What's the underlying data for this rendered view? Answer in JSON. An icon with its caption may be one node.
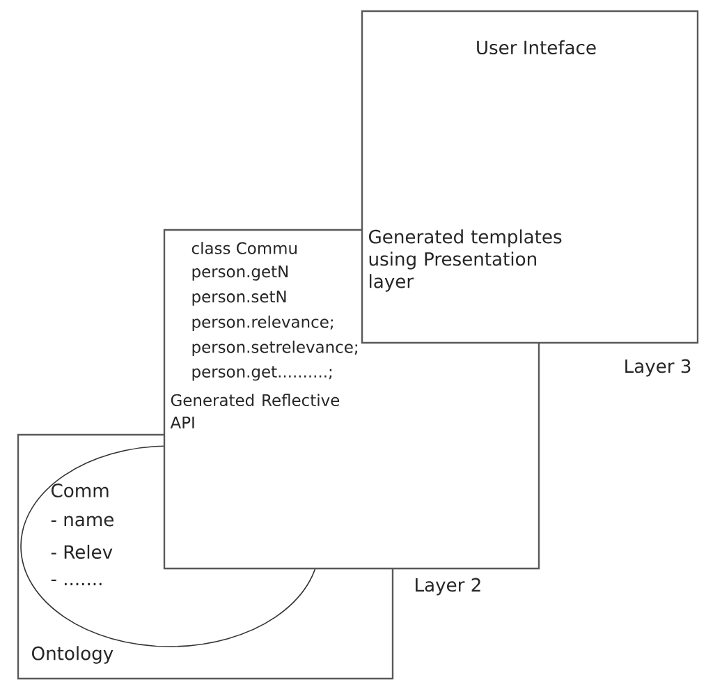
{
  "diagram": {
    "nodes": [
      {
        "text": [
          "Ontology"
        ]
      },
      {
        "text": [
          "Comm",
          "- name",
          "- Relev",
          "- ......."
        ],
        "in": 0
      },
      {
        "text": [
          "class Commu",
          "person.getN",
          "person.setN",
          "person.relevance;",
          "person.setrelevance;",
          "person.get..........;",
          "Generated Reflective API"
        ],
        "beside": [
          "Layer 2"
        ]
      },
      {
        "text": [
          "User Inteface",
          "Generated templates using Presentation layer"
        ],
        "beside": [
          "Layer 3"
        ]
      }
    ]
  }
}
